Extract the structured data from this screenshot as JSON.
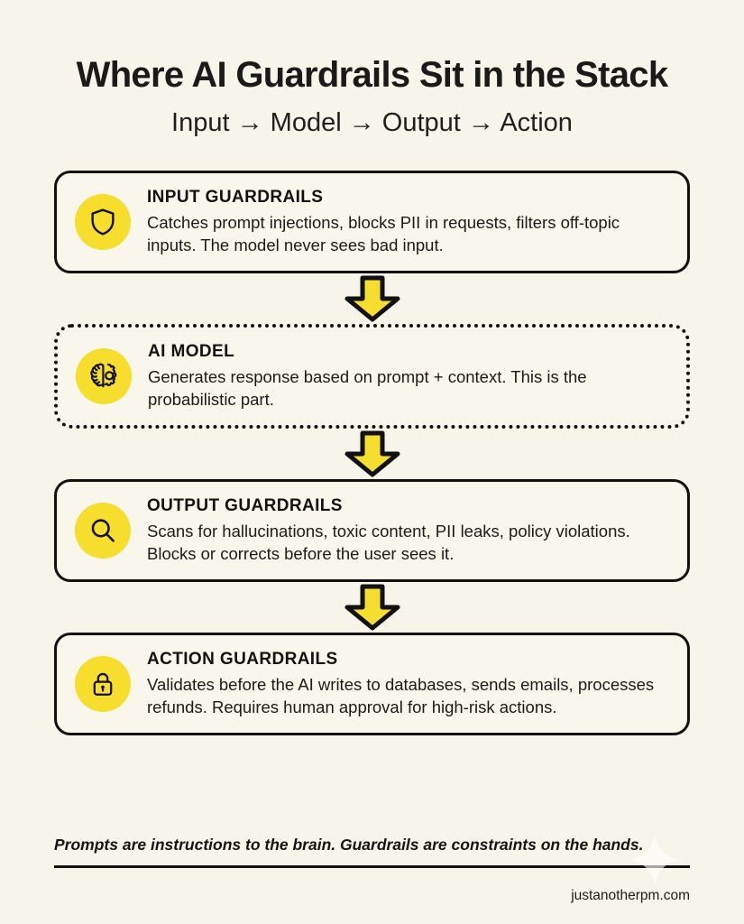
{
  "header": {
    "title": "Where AI Guardrails Sit in the Stack",
    "subtitle": "Input → Model → Output → Action"
  },
  "colors": {
    "background": "#f7f4ea",
    "accent_yellow": "#f7dd2c",
    "arrow_yellow": "#f5de2e",
    "ink": "#111111"
  },
  "flow": {
    "steps": [
      {
        "id": "input-guardrails",
        "icon": "shield-icon",
        "title": "INPUT GUARDRAILS",
        "description": "Catches prompt injections, blocks PII in requests, filters off-topic inputs. The model never sees bad input.",
        "border_style": "solid"
      },
      {
        "id": "ai-model",
        "icon": "brain-gear-icon",
        "title": "AI MODEL",
        "description": "Generates response based on prompt + context. This is the probabilistic part.",
        "border_style": "dotted"
      },
      {
        "id": "output-guardrails",
        "icon": "magnifier-icon",
        "title": "OUTPUT GUARDRAILS",
        "description": "Scans for hallucinations, toxic content, PII leaks, policy violations. Blocks or corrects before the user sees it.",
        "border_style": "solid"
      },
      {
        "id": "action-guardrails",
        "icon": "lock-icon",
        "title": "ACTION GUARDRAILS",
        "description": "Validates before the AI writes to databases, sends emails, processes refunds. Requires human approval for high-risk actions.",
        "border_style": "solid"
      }
    ],
    "connector_icon": "down-arrow-icon",
    "connector_count": 3
  },
  "footer": {
    "quote": "Prompts are instructions to the brain. Guardrails are constraints on the hands.",
    "credit": "justanotherpm.com",
    "watermark_icon": "sparkle-icon"
  }
}
